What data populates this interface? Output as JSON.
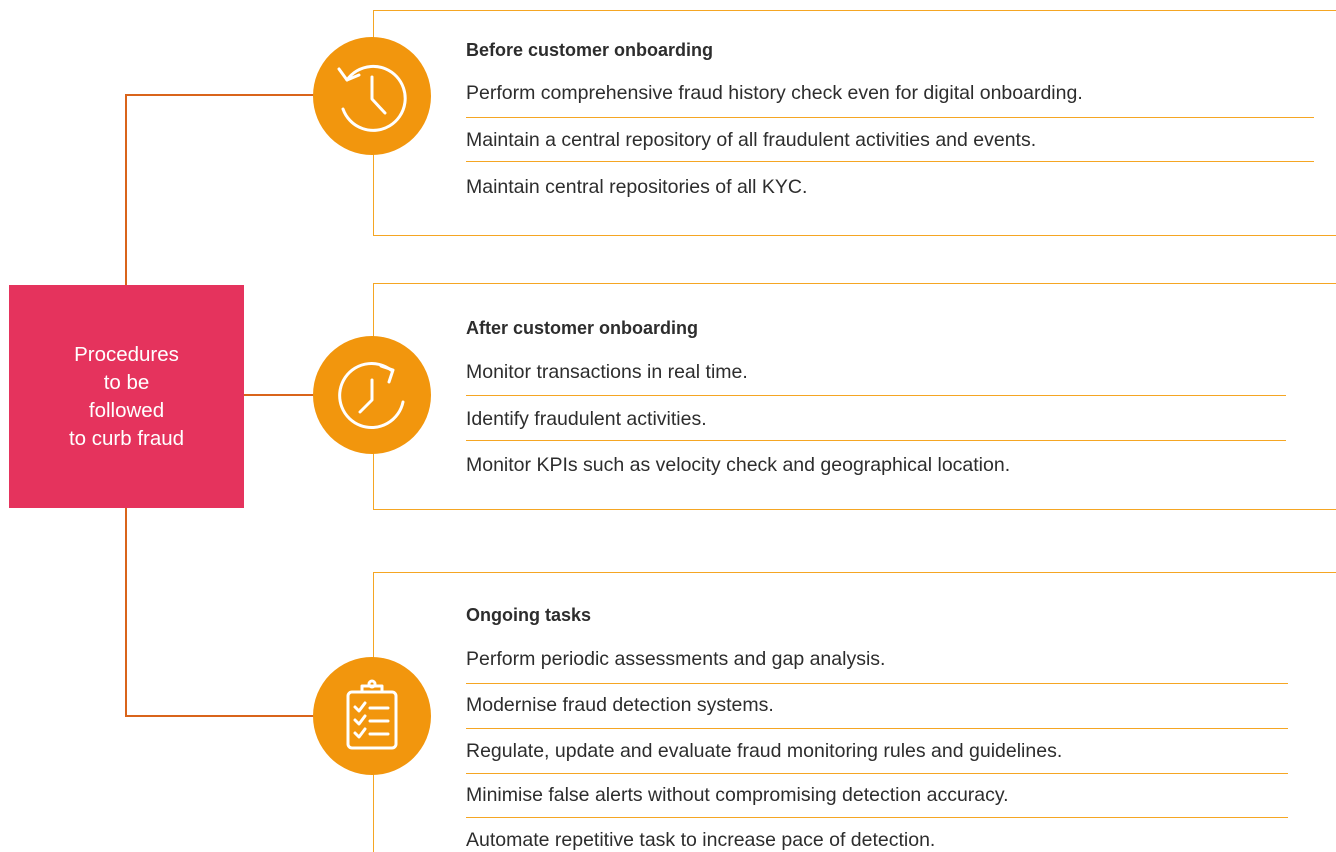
{
  "center": {
    "lines": [
      "Procedures",
      "to be",
      "followed",
      "to curb fraud"
    ]
  },
  "sections": [
    {
      "heading": "Before customer onboarding",
      "icon": "history-clock-icon",
      "items": [
        "Perform comprehensive fraud history check even for digital onboarding.",
        "Maintain a central repository of all fraudulent activities and events.",
        "Maintain central repositories of all KYC."
      ]
    },
    {
      "heading": "After customer onboarding",
      "icon": "clock-refresh-icon",
      "items": [
        "Monitor transactions in real time.",
        "Identify fraudulent activities.",
        "Monitor KPIs such as velocity check and geographical location."
      ]
    },
    {
      "heading": "Ongoing tasks",
      "icon": "clipboard-checklist-icon",
      "items": [
        "Perform periodic assessments and gap analysis.",
        "Modernise fraud detection systems.",
        "Regulate, update and evaluate fraud monitoring rules and guidelines.",
        "Minimise false alerts without compromising detection accuracy.",
        "Automate repetitive task to increase pace of detection."
      ]
    }
  ],
  "colors": {
    "center_box": "#e5335d",
    "icon_circle": "#f2960d",
    "panel_border": "#f5a623",
    "connector": "#d9641b"
  }
}
